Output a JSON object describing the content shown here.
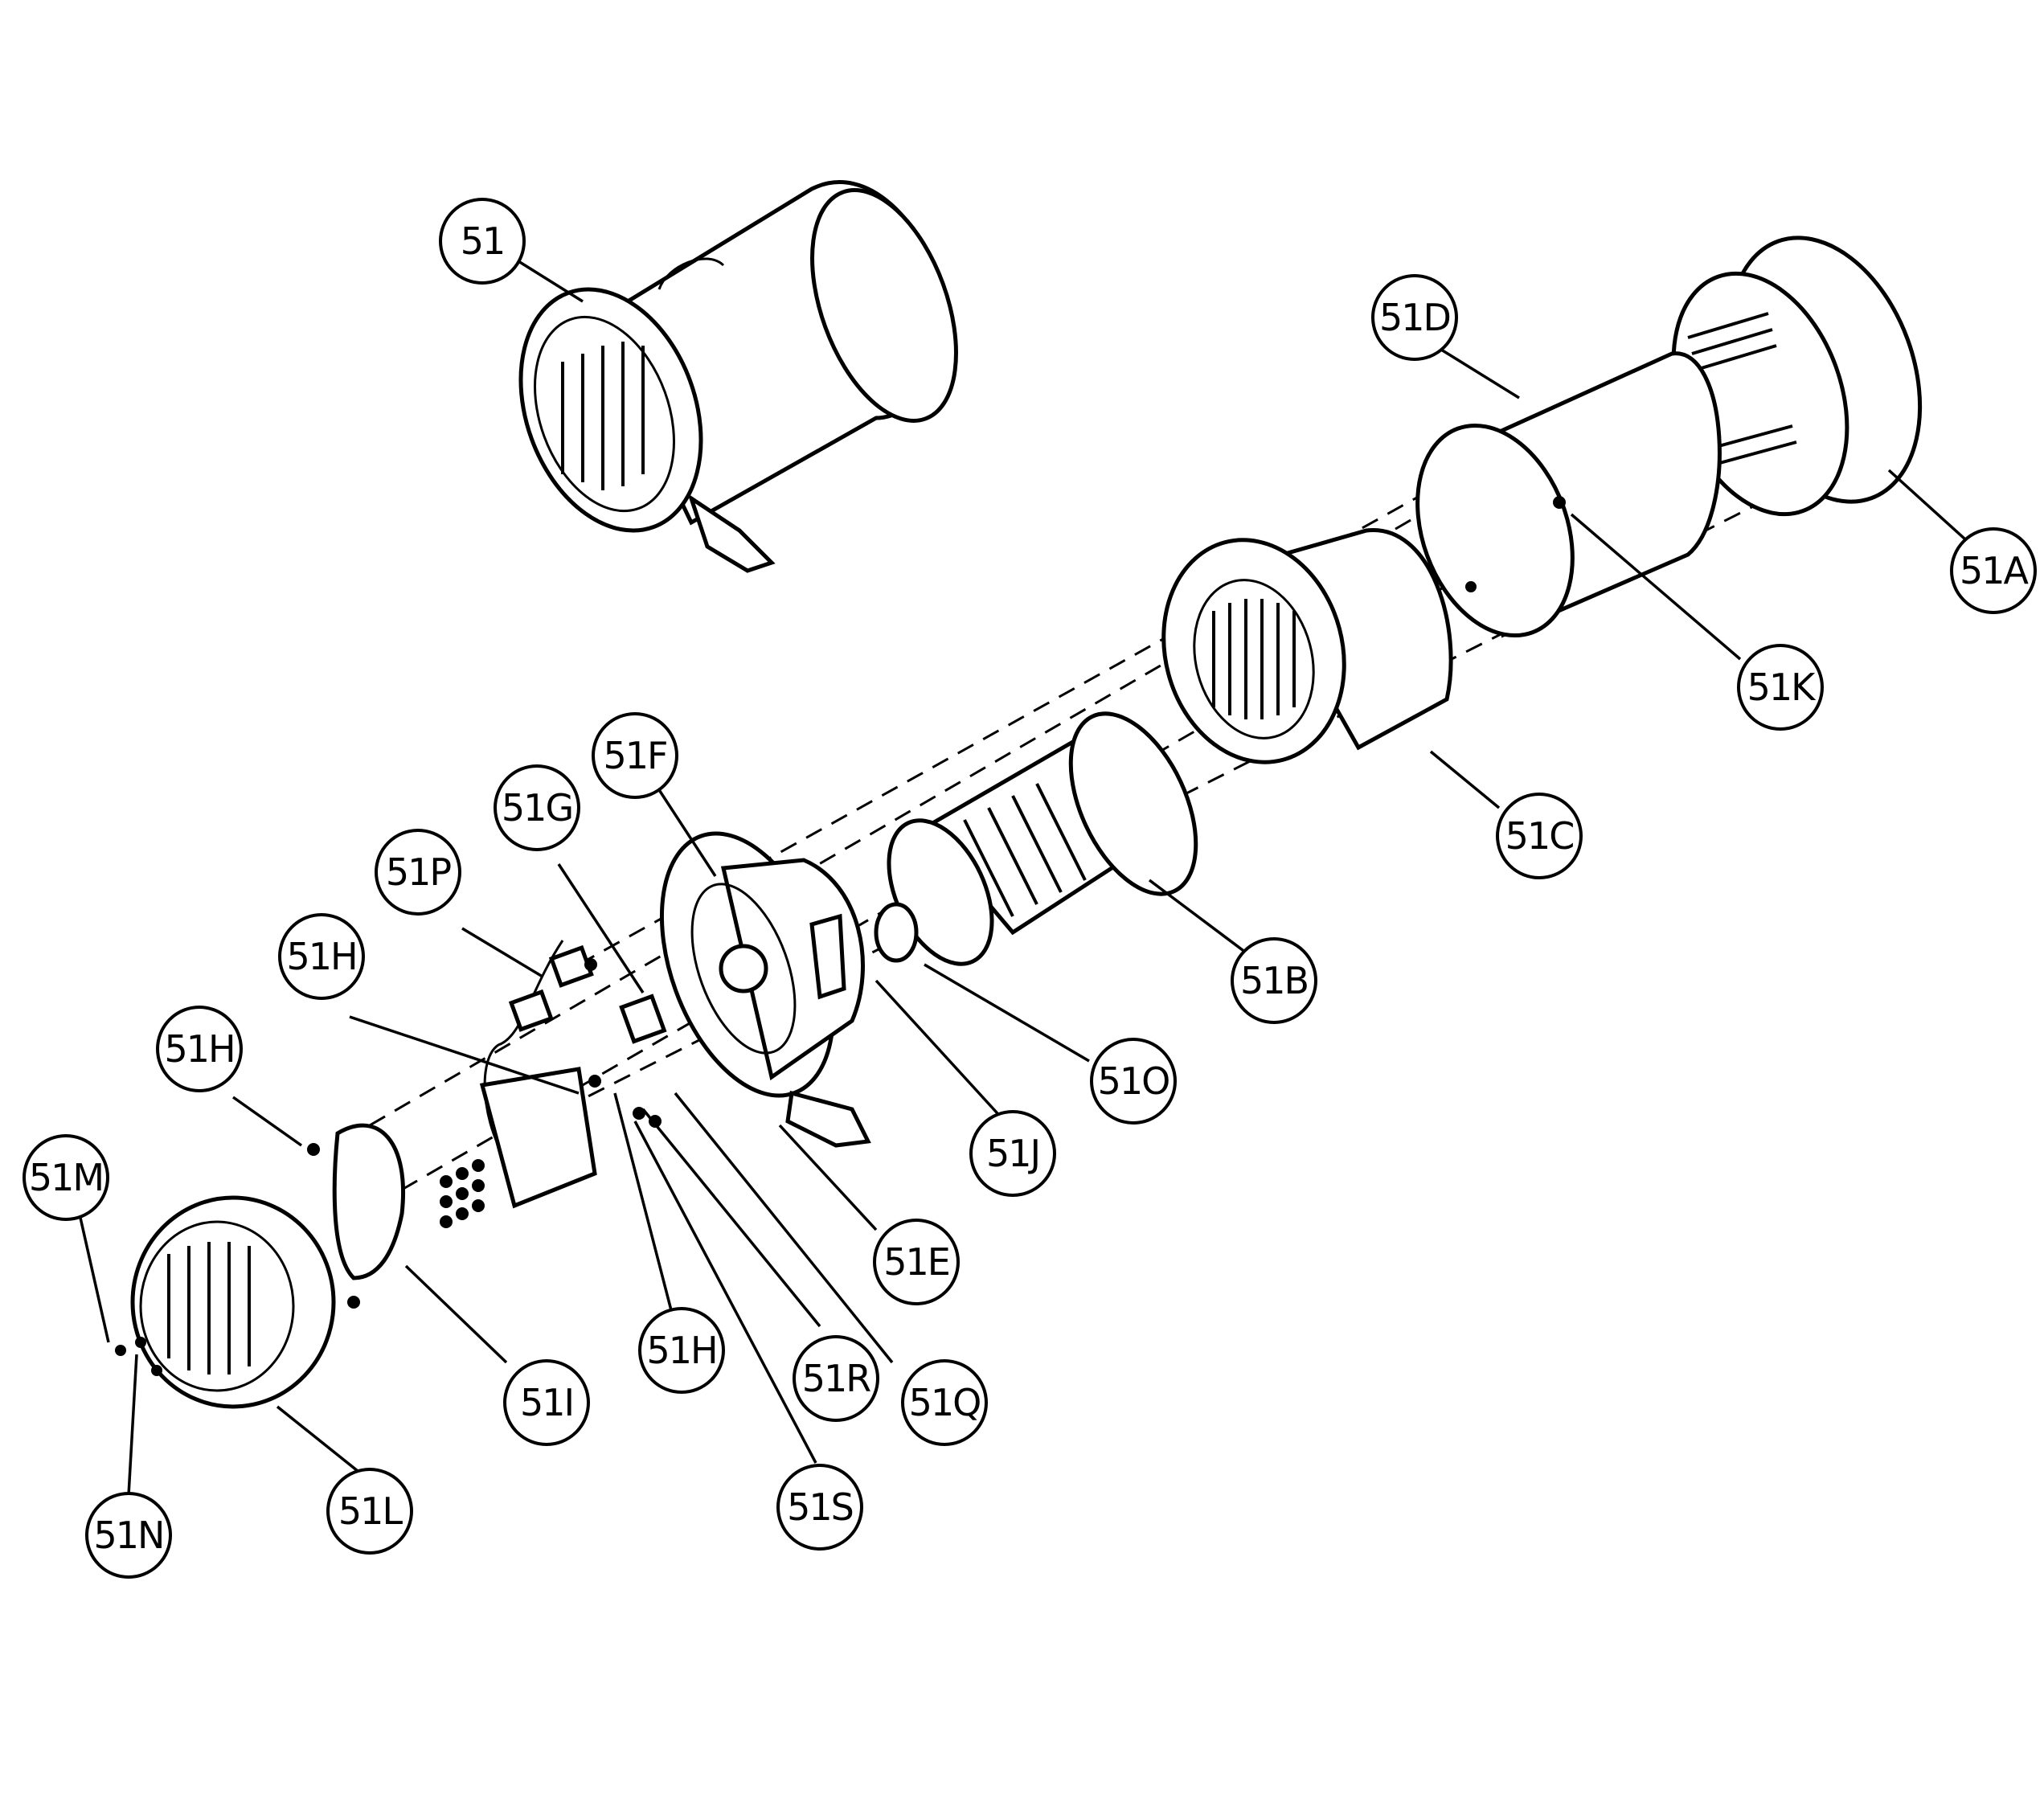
{
  "callouts": {
    "c51": "51",
    "c51A": "51A",
    "c51B": "51B",
    "c51C": "51C",
    "c51D": "51D",
    "c51E": "51E",
    "c51F": "51F",
    "c51G": "51G",
    "c51H_a": "51H",
    "c51H_b": "51H",
    "c51H_c": "51H",
    "c51I": "51I",
    "c51J": "51J",
    "c51K": "51K",
    "c51L": "51L",
    "c51M": "51M",
    "c51N": "51N",
    "c51O": "51O",
    "c51P": "51P",
    "c51Q": "51Q",
    "c51R": "51R",
    "c51S": "51S"
  }
}
